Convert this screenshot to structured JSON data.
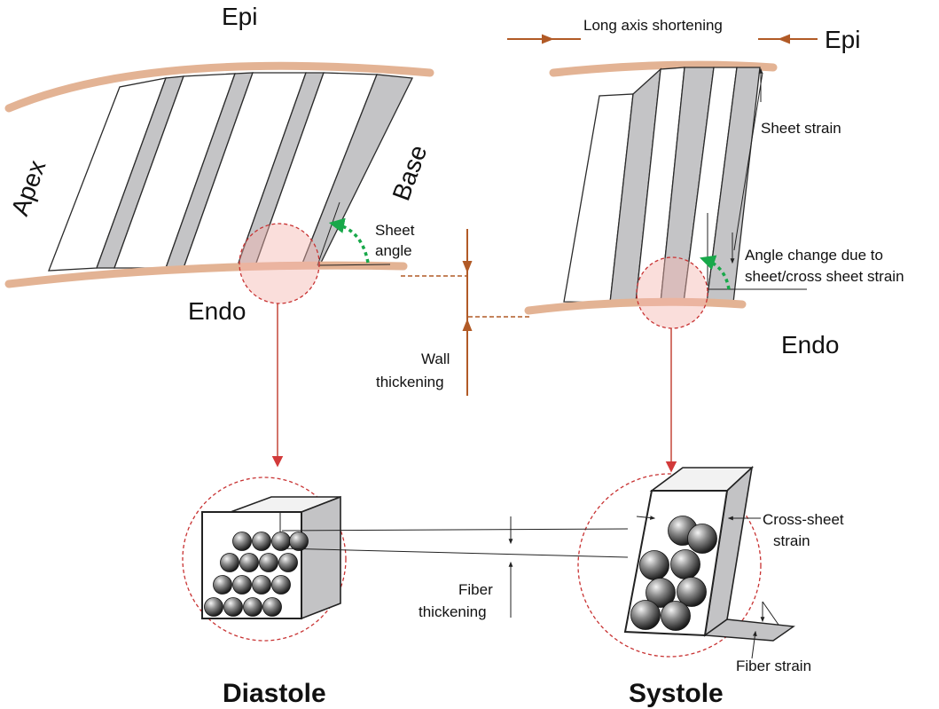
{
  "labels": {
    "epi_left": "Epi",
    "epi_right": "Epi",
    "apex": "Apex",
    "base": "Base",
    "endo_left": "Endo",
    "endo_right": "Endo",
    "sheet_angle_line1": "Sheet",
    "sheet_angle_line2": "angle",
    "long_axis_shortening": "Long axis shortening",
    "sheet_strain": "Sheet strain",
    "angle_change_line1": "Angle change due to",
    "angle_change_line2": "sheet/cross sheet strain",
    "wall_thickening_line1": "Wall",
    "wall_thickening_line2": "thickening",
    "cross_sheet_line1": "Cross-sheet",
    "cross_sheet_line2": "strain",
    "fiber_thickening_line1": "Fiber",
    "fiber_thickening_line2": "thickening",
    "fiber_strain": "Fiber strain",
    "diastole": "Diastole",
    "systole": "Systole"
  },
  "colors": {
    "wall": "#e3b394",
    "sheet_side": "#c4c4c6",
    "arrow_brown": "#b15a26",
    "highlight_red": "#c83232",
    "angle_green": "#18a84a"
  }
}
